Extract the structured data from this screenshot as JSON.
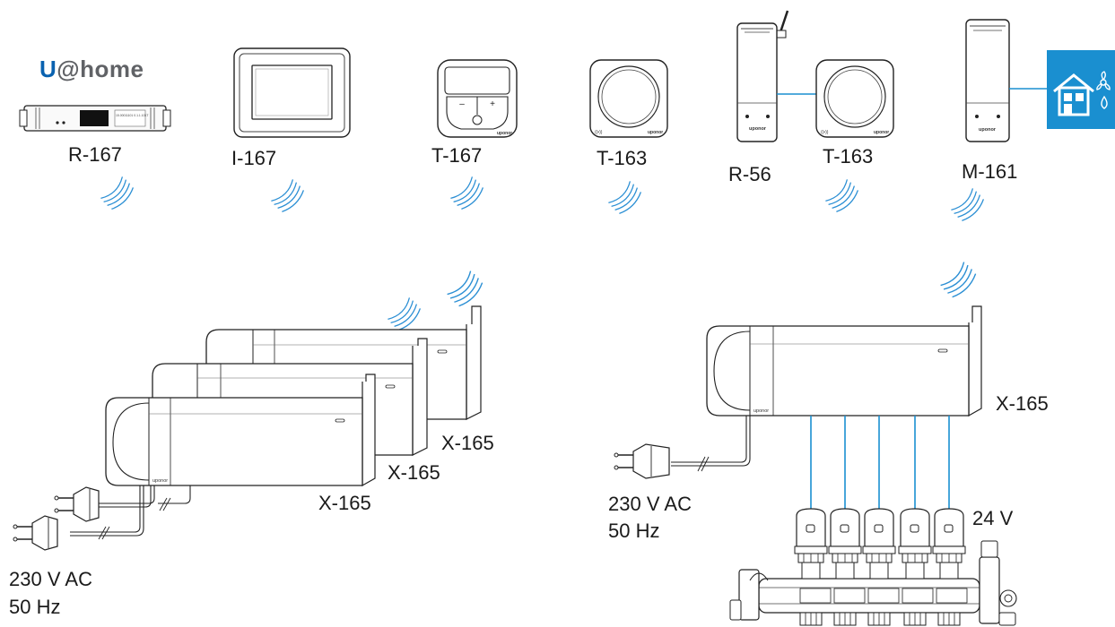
{
  "brand": {
    "prefix": "U",
    "suffix": "@home"
  },
  "devices": {
    "r167": "R-167",
    "i167": "I-167",
    "t167": "T-167",
    "t163a": "T-163",
    "r56": "R-56",
    "t163b": "T-163",
    "m161": "M-161"
  },
  "device_marks": {
    "uponor": "uponor",
    "minus": "–",
    "plus": "+",
    "r167_screen_text": "15.00011101 0.1.1.101T"
  },
  "controllers": {
    "left_back": "X-165",
    "left_mid": "X-165",
    "left_front": "X-165",
    "right": "X-165"
  },
  "power": {
    "left_voltage": "230 V AC",
    "left_freq": "50 Hz",
    "right_voltage": "230 V AC",
    "right_freq": "50 Hz"
  },
  "actuator_voltage": "24 V",
  "colors": {
    "accent": "#1a8fd0",
    "wave": "#2b8fd4",
    "house_tile": "#1a8fd0",
    "brand_blue": "#0a62b0",
    "line": "#222222"
  },
  "icons": [
    "house-fan-water-icon",
    "wireless-signal-icon",
    "power-plug-icon",
    "actuator-icon"
  ]
}
